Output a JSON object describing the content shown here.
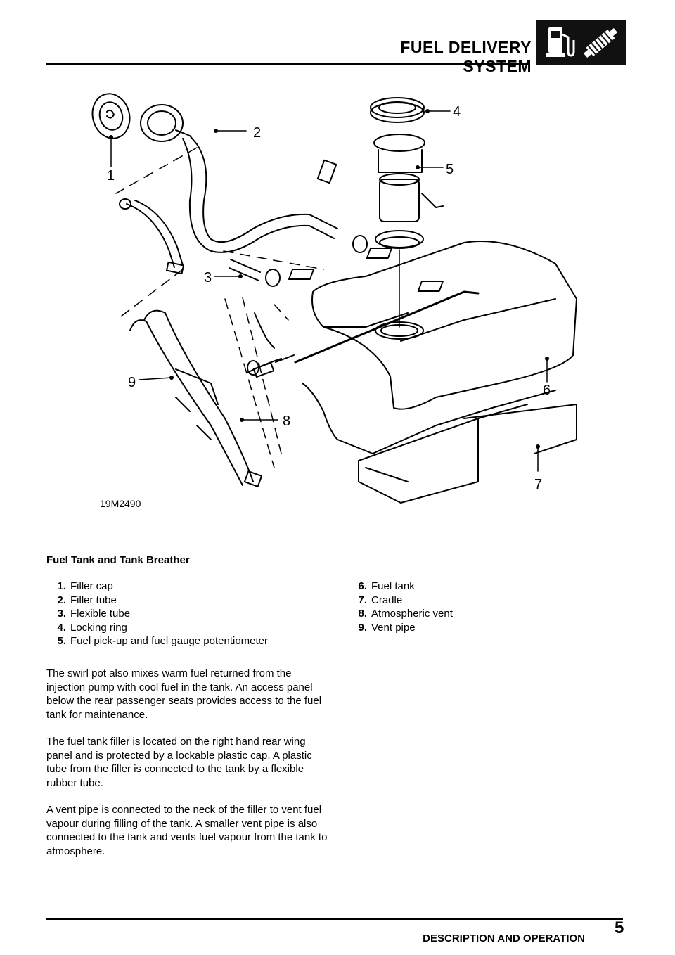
{
  "header": {
    "title": "FUEL DELIVERY SYSTEM",
    "icon": "fuel-pump-and-filter-icon"
  },
  "figure": {
    "code": "19M2490",
    "callouts": [
      "1",
      "2",
      "3",
      "4",
      "5",
      "6",
      "7",
      "8",
      "9"
    ]
  },
  "caption": "Fuel Tank and Tank Breather",
  "legend": [
    {
      "num": "1.",
      "label": "Filler cap"
    },
    {
      "num": "2.",
      "label": "Filler tube"
    },
    {
      "num": "3.",
      "label": "Flexible tube"
    },
    {
      "num": "4.",
      "label": "Locking ring"
    },
    {
      "num": "5.",
      "label": "Fuel pick-up and fuel gauge potentiometer"
    },
    {
      "num": "6.",
      "label": "Fuel tank"
    },
    {
      "num": "7.",
      "label": "Cradle"
    },
    {
      "num": "8.",
      "label": "Atmospheric vent"
    },
    {
      "num": "9.",
      "label": "Vent pipe"
    }
  ],
  "paragraphs": [
    "The swirl pot also mixes warm fuel returned from the injection pump with cool fuel in the tank. An access panel below the rear passenger seats provides access to the fuel tank for maintenance.",
    "The fuel tank filler is located on the right hand rear wing panel and is protected by a lockable plastic cap. A plastic tube from the filler is connected to the tank by a flexible rubber tube.",
    "A vent pipe is connected to the neck of the filler to vent fuel vapour during filling of the tank. A smaller vent pipe is also connected to the tank and vents fuel vapour from the tank to atmosphere."
  ],
  "footer": {
    "section": "DESCRIPTION AND OPERATION",
    "page": "5"
  }
}
